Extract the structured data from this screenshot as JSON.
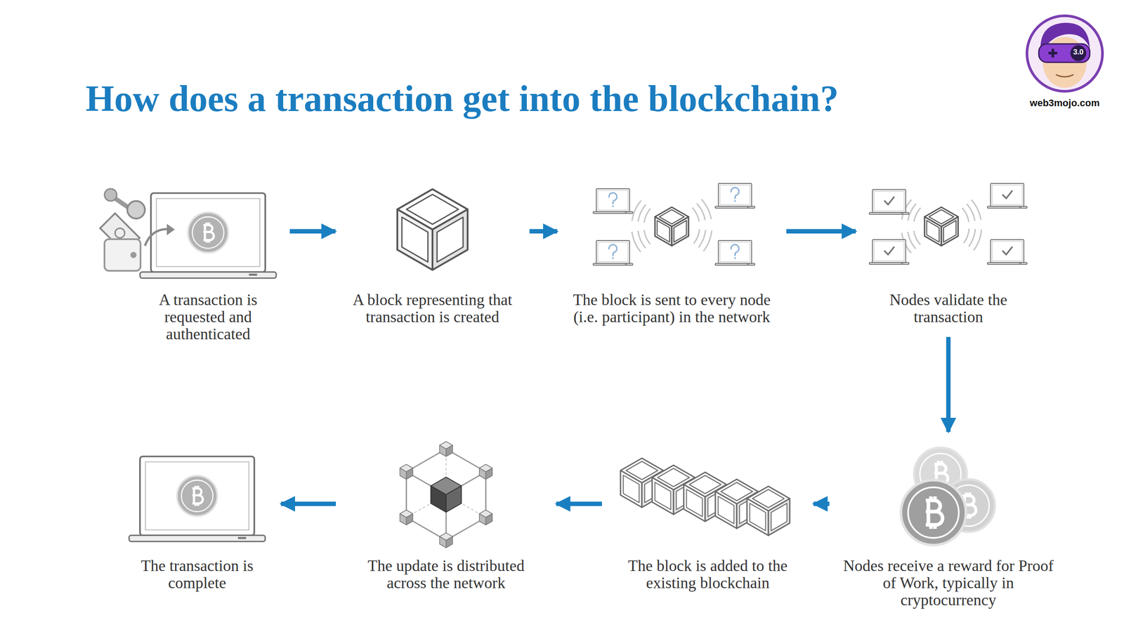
{
  "diagram": {
    "title": "How does a transaction get into the blockchain?",
    "nodes": [
      {
        "text": [
          "A transaction is requested and authenticated"
        ]
      },
      {
        "text": [
          "A block representing that transaction is created"
        ]
      },
      {
        "text": [
          "The block is sent to every node (i.e. participant) in the network"
        ]
      },
      {
        "text": [
          "Nodes validate the transaction"
        ]
      },
      {
        "text": [
          "Nodes receive a reward for Proof of Work, typically in cryptocurrency"
        ]
      },
      {
        "text": [
          "The block is added to the existing blockchain"
        ]
      },
      {
        "text": [
          "The update is distributed across the network"
        ]
      },
      {
        "text": [
          "The transaction is complete"
        ]
      }
    ],
    "edges": [
      {
        "from": 0,
        "to": 1,
        "arrow": "to"
      },
      {
        "from": 1,
        "to": 2,
        "arrow": "to"
      },
      {
        "from": 2,
        "to": 3,
        "arrow": "to"
      },
      {
        "from": 3,
        "to": 4,
        "arrow": "to"
      },
      {
        "from": 4,
        "to": 5,
        "arrow": "to"
      },
      {
        "from": 5,
        "to": 6,
        "arrow": "to"
      },
      {
        "from": 6,
        "to": 7,
        "arrow": "to"
      }
    ],
    "labels": [
      "3.0",
      "web3mojo.com"
    ]
  }
}
